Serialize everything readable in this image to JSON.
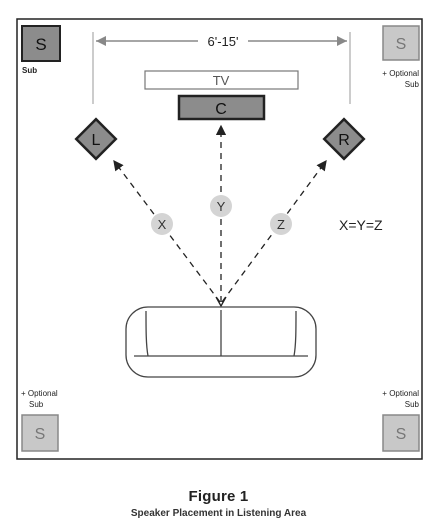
{
  "diagram": {
    "distance_label": "6'-15'",
    "tv_label": "TV",
    "center_label": "C",
    "left_label": "L",
    "right_label": "R",
    "sub_letter": "S",
    "sub_label": "Sub",
    "optional_line1": "+ Optional",
    "optional_line2": "Sub",
    "distance_x": "X",
    "distance_y": "Y",
    "distance_z": "Z",
    "equation": "X=Y=Z"
  },
  "caption": {
    "title": "Figure 1",
    "subtitle": "Speaker Placement in Listening Area"
  },
  "colors": {
    "speaker_fill": "#8c8c8c",
    "optional_sub_fill": "#c8c8c8",
    "label_circle_fill": "#d4d4d4",
    "stroke": "#222222"
  }
}
